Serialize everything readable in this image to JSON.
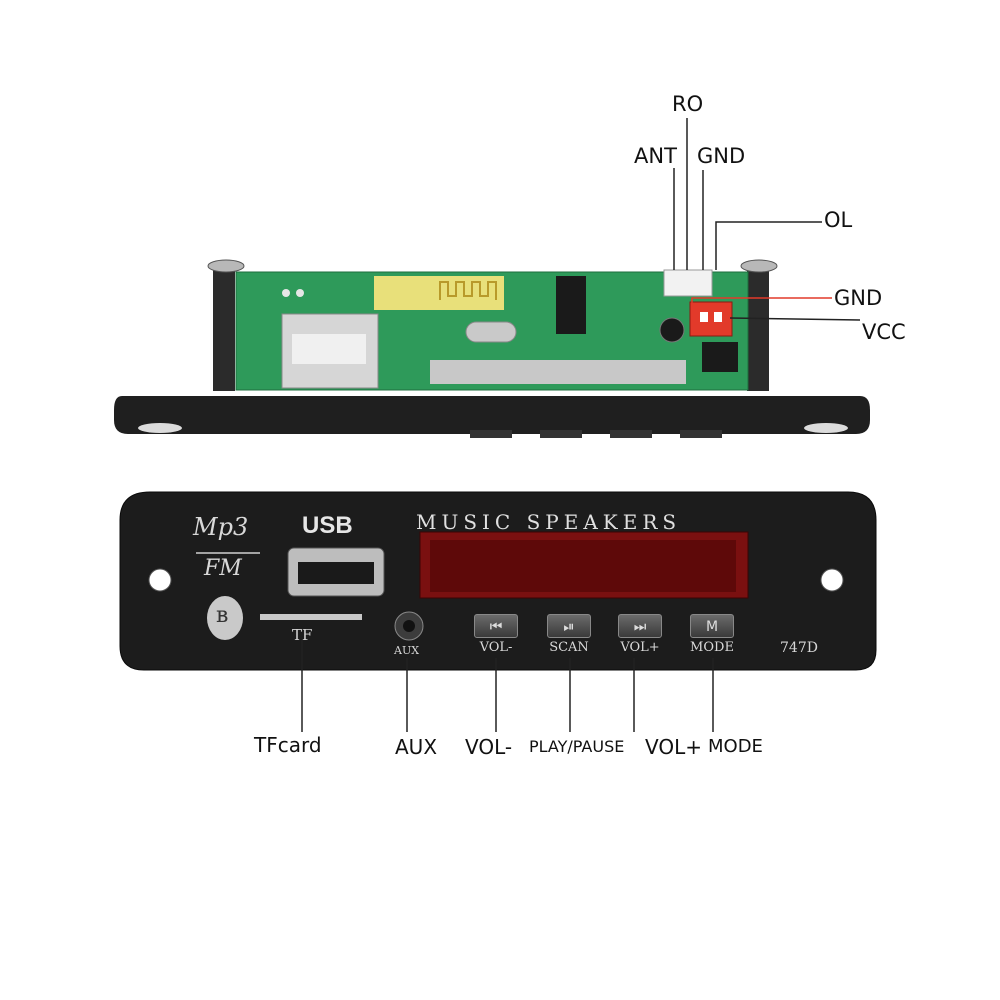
{
  "image": {
    "subject": "Mp3 FM Bluetooth decoder board with front panel"
  },
  "callouts_top": {
    "ro": "RO",
    "ant": "ANT",
    "gnd_1": "GND",
    "ol": "OL",
    "gnd_2": "GND",
    "vcc": "VCC"
  },
  "callouts_bottom": {
    "tfcard": "TFcard",
    "aux": "AUX",
    "vol_minus": "VOL-",
    "play_pause": "PLAY/PAUSE",
    "vol_plus": "VOL+",
    "mode": "MODE"
  },
  "panel": {
    "logo_top": "Mp3",
    "logo_bottom": "FM",
    "usb": "USB",
    "title": "MUSIC SPEAKERS",
    "tf": "TF",
    "aux": "AUX",
    "model": "747D",
    "buttons": [
      {
        "label": "VOL-",
        "glyph": "⏮"
      },
      {
        "label": "SCAN",
        "glyph": "⏯"
      },
      {
        "label": "VOL+",
        "glyph": "⏭"
      },
      {
        "label": "MODE",
        "glyph": "M"
      }
    ],
    "bluetooth_glyph": "ʙ"
  },
  "colors": {
    "pcb": "#2e9a5a",
    "panel": "#1c1c1c",
    "display": "#7a1010",
    "connector_red": "#e23a2a",
    "connector_white": "#f2f2f2"
  }
}
